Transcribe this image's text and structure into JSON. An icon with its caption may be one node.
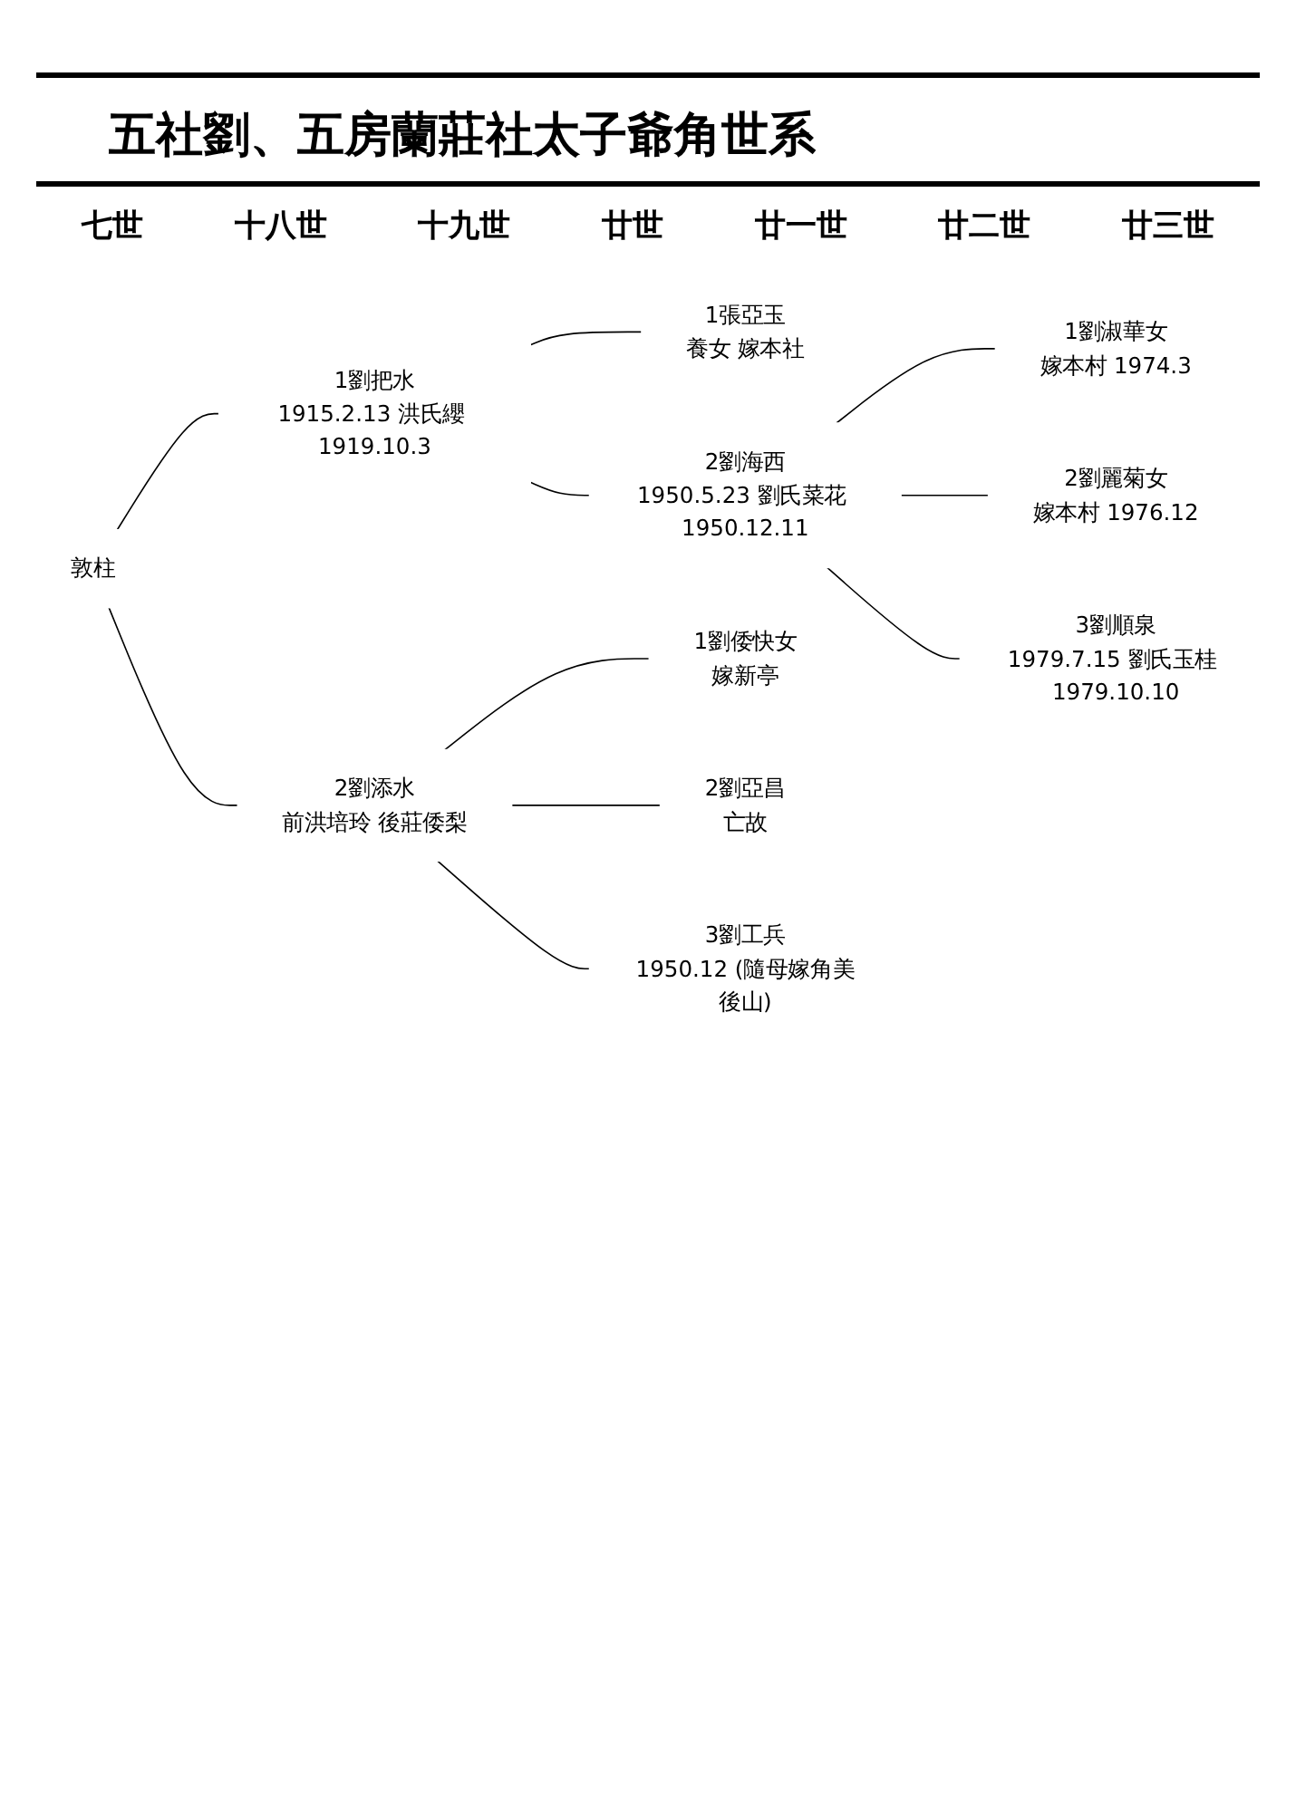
{
  "diagram": {
    "title": "五社劉、五房蘭莊社太子爺角世系",
    "nodes": [
      {
        "text": [
          "敦柱"
        ]
      },
      {
        "text": [
          "1劉把水",
          "1915.2.13 洪氏纓 1919.10.3"
        ]
      },
      {
        "text": [
          "2劉添水",
          "前洪培玲 後莊倭梨"
        ]
      },
      {
        "text": [
          "1張亞玉",
          "養女 嫁本社"
        ]
      },
      {
        "text": [
          "2劉海西",
          "1950.5.23 劉氏菜花 1950.12.11"
        ]
      },
      {
        "text": [
          "1劉淑華女",
          "嫁本村 1974.3"
        ]
      },
      {
        "text": [
          "2劉麗菊女",
          "嫁本村 1976.12"
        ]
      },
      {
        "text": [
          "3劉順泉",
          "1979.7.15 劉氏玉桂 1979.10.10"
        ]
      },
      {
        "text": [
          "1劉倭快女",
          "嫁新亭"
        ]
      },
      {
        "text": [
          "2劉亞昌",
          "亡故"
        ]
      },
      {
        "text": [
          "3劉工兵",
          "1950.12 (隨母嫁角美後山)"
        ]
      }
    ],
    "edges": [
      {
        "from": 0,
        "to": 1,
        "arrow": "none"
      },
      {
        "from": 0,
        "to": 2,
        "arrow": "none"
      },
      {
        "from": 1,
        "to": 3,
        "arrow": "none"
      },
      {
        "from": 1,
        "to": 4,
        "arrow": "none"
      },
      {
        "from": 4,
        "to": 5,
        "arrow": "none"
      },
      {
        "from": 4,
        "to": 6,
        "arrow": "none"
      },
      {
        "from": 4,
        "to": 7,
        "arrow": "none"
      },
      {
        "from": 2,
        "to": 8,
        "arrow": "none"
      },
      {
        "from": 2,
        "to": 9,
        "arrow": "none"
      },
      {
        "from": 2,
        "to": 10,
        "arrow": "none"
      }
    ],
    "labels": [
      "七世",
      "十八世",
      "十九世",
      "廿世",
      "廿一世",
      "廿二世",
      "廿三世"
    ]
  }
}
